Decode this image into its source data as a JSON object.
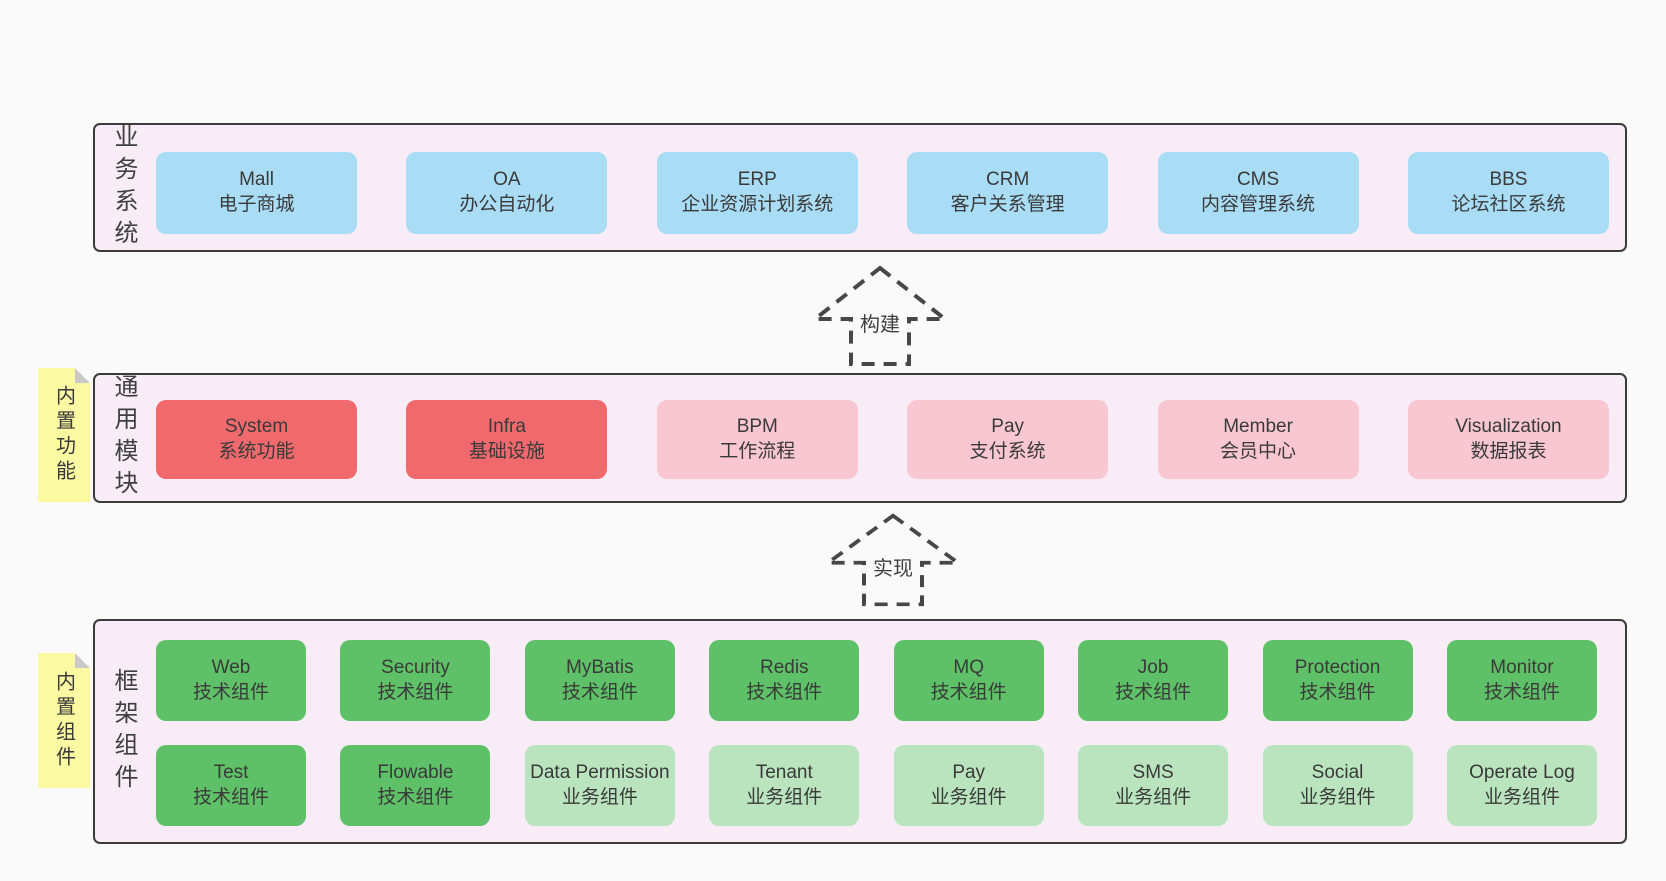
{
  "colors": {
    "pageBg": "#fafafa",
    "bandBg": "#f8edf7",
    "bandBorder": "#3b3b3b",
    "blue": "#a9dcf5",
    "red": "#f0696c",
    "pink": "#f9c7d1",
    "greenDark": "#5ec167",
    "greenLight": "#bae4be",
    "sticky": "#fbf9a2",
    "stickyFold": "#c9c9c9",
    "text": "#3a3a3a",
    "arrow": "#474747"
  },
  "arrows": [
    {
      "label": "构建"
    },
    {
      "label": "实现"
    }
  ],
  "bands": [
    {
      "label": "业务系统",
      "boxes": [
        {
          "title": "Mall",
          "subtitle": "电子商城",
          "variant": "blue"
        },
        {
          "title": "OA",
          "subtitle": "办公自动化",
          "variant": "blue"
        },
        {
          "title": "ERP",
          "subtitle": "企业资源计划系统",
          "variant": "blue"
        },
        {
          "title": "CRM",
          "subtitle": "客户关系管理",
          "variant": "blue"
        },
        {
          "title": "CMS",
          "subtitle": "内容管理系统",
          "variant": "blue"
        },
        {
          "title": "BBS",
          "subtitle": "论坛社区系统",
          "variant": "blue"
        }
      ]
    },
    {
      "label": "通用模块",
      "sticky": "内置功能",
      "boxes": [
        {
          "title": "System",
          "subtitle": "系统功能",
          "variant": "red"
        },
        {
          "title": "Infra",
          "subtitle": "基础设施",
          "variant": "red"
        },
        {
          "title": "BPM",
          "subtitle": "工作流程",
          "variant": "pink"
        },
        {
          "title": "Pay",
          "subtitle": "支付系统",
          "variant": "pink"
        },
        {
          "title": "Member",
          "subtitle": "会员中心",
          "variant": "pink"
        },
        {
          "title": "Visualization",
          "subtitle": "数据报表",
          "variant": "pink"
        }
      ]
    },
    {
      "label": "框架组件",
      "sticky": "内置组件",
      "rows": [
        [
          {
            "title": "Web",
            "subtitle": "技术组件",
            "variant": "green-dark"
          },
          {
            "title": "Security",
            "subtitle": "技术组件",
            "variant": "green-dark"
          },
          {
            "title": "MyBatis",
            "subtitle": "技术组件",
            "variant": "green-dark"
          },
          {
            "title": "Redis",
            "subtitle": "技术组件",
            "variant": "green-dark"
          },
          {
            "title": "MQ",
            "subtitle": "技术组件",
            "variant": "green-dark"
          },
          {
            "title": "Job",
            "subtitle": "技术组件",
            "variant": "green-dark"
          },
          {
            "title": "Protection",
            "subtitle": "技术组件",
            "variant": "green-dark"
          },
          {
            "title": "Monitor",
            "subtitle": "技术组件",
            "variant": "green-dark"
          }
        ],
        [
          {
            "title": "Test",
            "subtitle": "技术组件",
            "variant": "green-dark"
          },
          {
            "title": "Flowable",
            "subtitle": "技术组件",
            "variant": "green-dark"
          },
          {
            "title": "Data Permission",
            "subtitle": "业务组件",
            "variant": "green-light"
          },
          {
            "title": "Tenant",
            "subtitle": "业务组件",
            "variant": "green-light"
          },
          {
            "title": "Pay",
            "subtitle": "业务组件",
            "variant": "green-light"
          },
          {
            "title": "SMS",
            "subtitle": "业务组件",
            "variant": "green-light"
          },
          {
            "title": "Social",
            "subtitle": "业务组件",
            "variant": "green-light"
          },
          {
            "title": "Operate Log",
            "subtitle": "业务组件",
            "variant": "green-light"
          }
        ]
      ]
    }
  ]
}
